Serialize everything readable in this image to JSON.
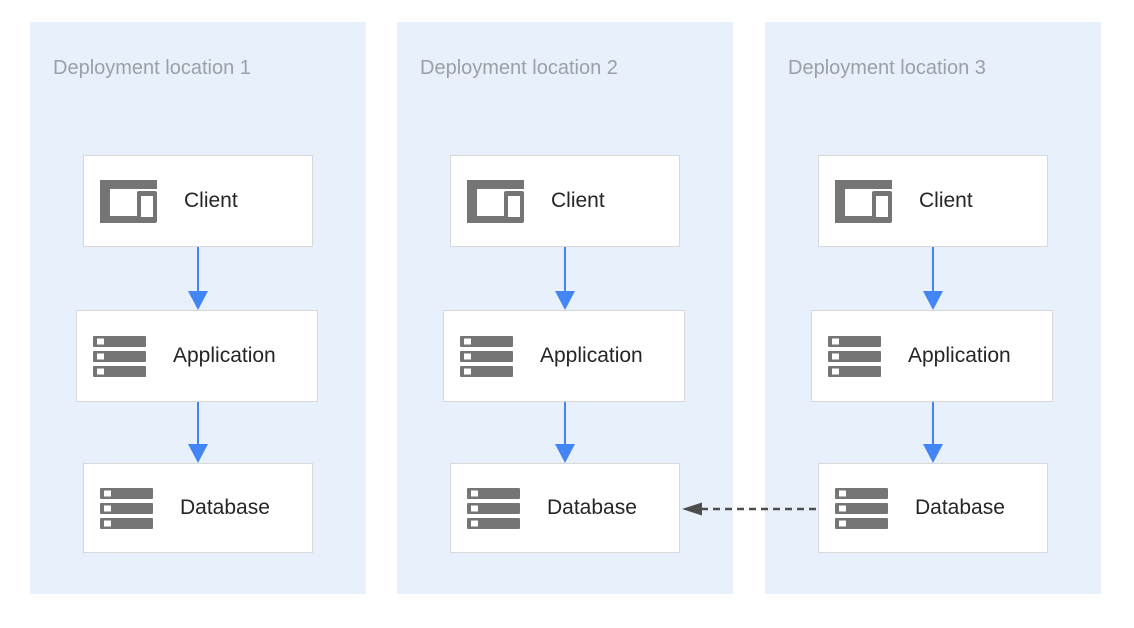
{
  "diagram": {
    "panels": [
      {
        "title": "Deployment location 1",
        "nodes": [
          {
            "label": "Client",
            "icon": "devices-icon"
          },
          {
            "label": "Application",
            "icon": "server-stack-icon"
          },
          {
            "label": "Database",
            "icon": "server-stack-icon"
          }
        ]
      },
      {
        "title": "Deployment location 2",
        "nodes": [
          {
            "label": "Client",
            "icon": "devices-icon"
          },
          {
            "label": "Application",
            "icon": "server-stack-icon"
          },
          {
            "label": "Database",
            "icon": "server-stack-icon"
          }
        ]
      },
      {
        "title": "Deployment location 3",
        "nodes": [
          {
            "label": "Client",
            "icon": "devices-icon"
          },
          {
            "label": "Application",
            "icon": "server-stack-icon"
          },
          {
            "label": "Database",
            "icon": "server-stack-icon"
          }
        ]
      }
    ],
    "connections": {
      "flow_within_location": "Client -> Application -> Database (solid blue arrows)",
      "replication": "Database (Deployment location 3) -> Database (Deployment location 2) (dashed gray arrow)"
    },
    "colors": {
      "panel_background": "#E8F1FB",
      "flow_arrow_blue": "#4285F4",
      "replication_arrow_gray": "#4D4D4D",
      "icon_gray": "#757575",
      "title_text": "#9AA0A6",
      "node_border": "#D8D8D8",
      "label_text": "#252525"
    }
  }
}
